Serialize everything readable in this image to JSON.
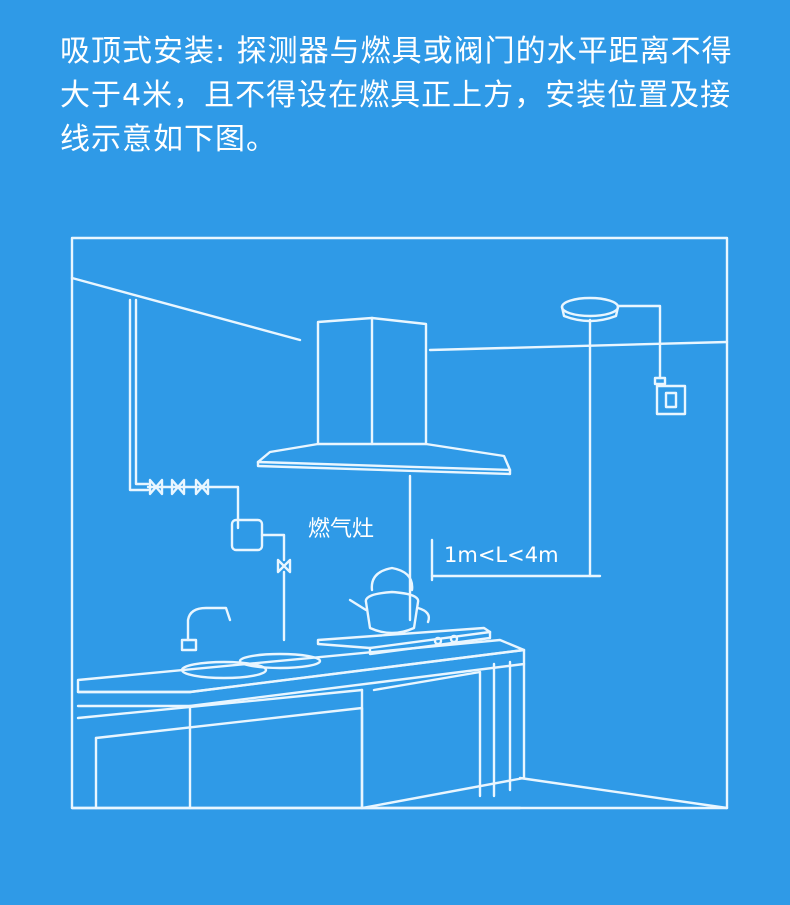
{
  "intro_text": "吸顶式安装: 探测器与燃具或阀门的水平距离不得大于4米，且不得设在燃具正上方，安装位置及接线示意如下图。",
  "diagram": {
    "stove_label": "燃气灶",
    "distance_label": "1m<L<4m"
  },
  "colors": {
    "background": "#2f9ae7",
    "line": "#e9f6ff",
    "text": "#ffffff"
  }
}
